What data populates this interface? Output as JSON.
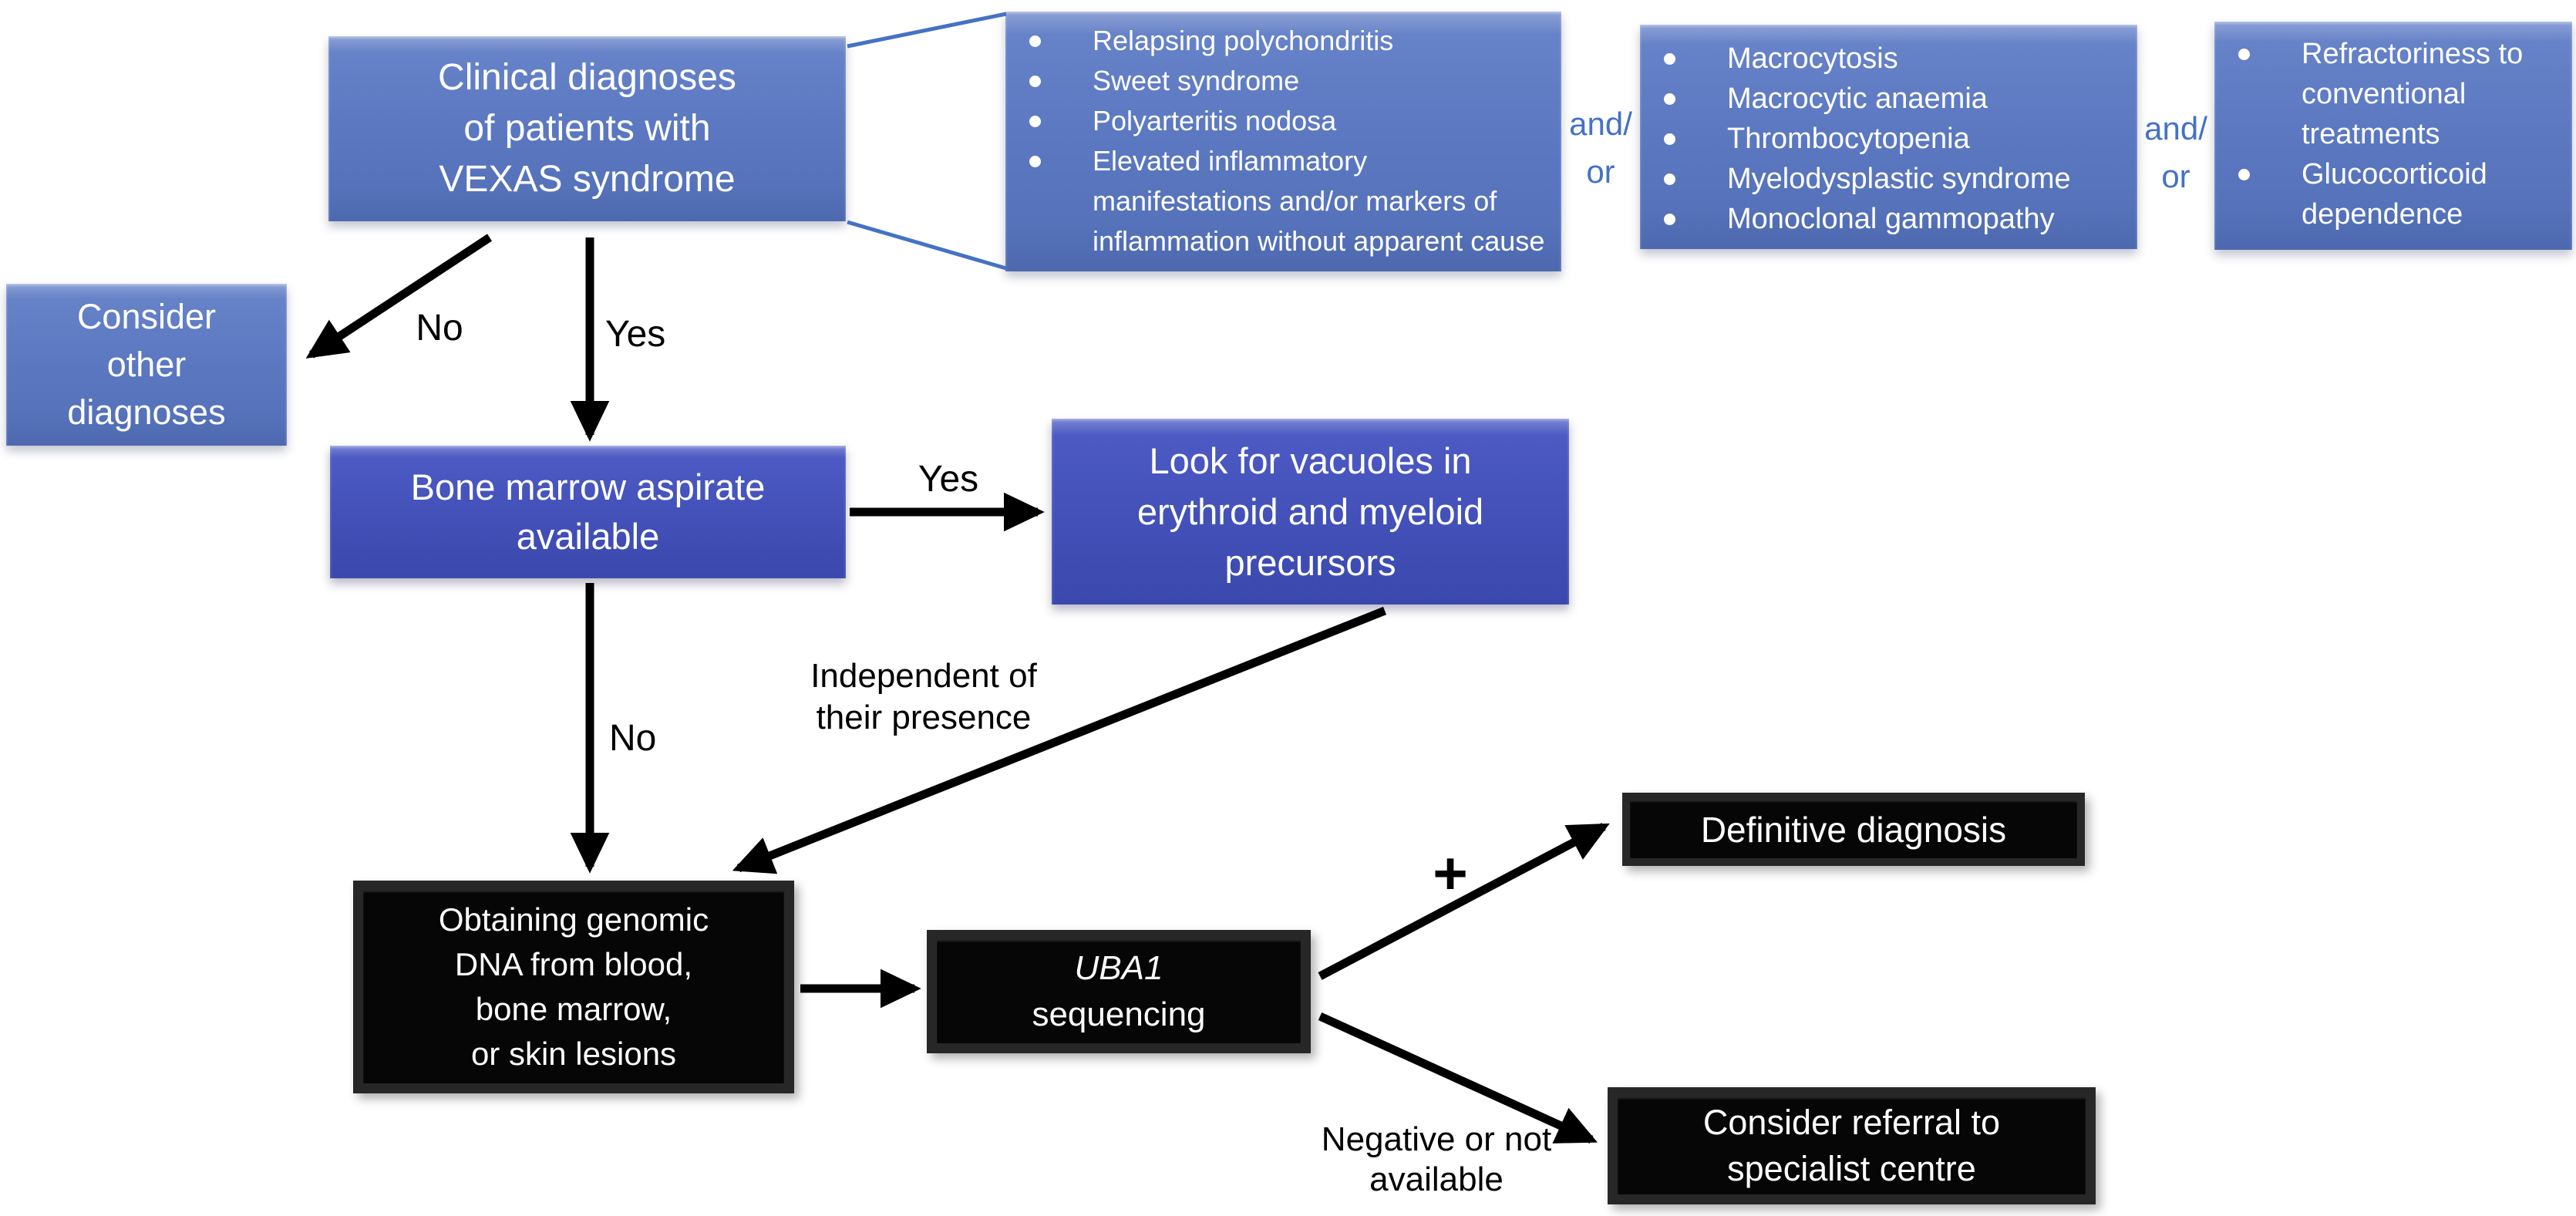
{
  "figure": {
    "type": "flowchart",
    "topic": "Diagnostic algorithm for VEXAS syndrome"
  },
  "nodes": {
    "clinical": "Clinical diagnoses\nof patients with\nVEXAS syndrome",
    "consider_other": "Consider\nother\ndiagnoses",
    "bone_marrow": "Bone marrow aspirate\navailable",
    "look_vacuoles": "Look for vacuoles in\nerythroid and myeloid\nprecursors",
    "obtaining_dna": "Obtaining genomic\nDNA from blood,\nbone marrow,\nor skin lesions",
    "uba1_gene": "UBA1",
    "uba1_rest": "sequencing",
    "definitive": "Definitive diagnosis",
    "referral": "Consider referral to\nspecialist centre"
  },
  "criteria_boxes": [
    {
      "items": [
        "Relapsing polychondritis",
        "Sweet syndrome",
        "Polyarteritis nodosa",
        "Elevated inflammatory\nmanifestations and/or markers of\ninflammation without apparent cause"
      ]
    },
    {
      "items": [
        "Macrocytosis",
        "Macrocytic anaemia",
        "Thrombocytopenia",
        "Myelodysplastic syndrome",
        "Monoclonal gammopathy"
      ]
    },
    {
      "items": [
        "Refractoriness to\nconventional\ntreatments",
        "Glucocorticoid\ndependence"
      ]
    }
  ],
  "connector_labels": {
    "and_or_1": "and/\nor",
    "and_or_2": "and/\nor"
  },
  "edge_labels": {
    "no_top": "No",
    "yes_top": "Yes",
    "yes_mid": "Yes",
    "no_mid": "No",
    "independent": "Independent of\ntheir presence",
    "plus": "+",
    "negative": "Negative or not\navailable"
  },
  "colors": {
    "box_blue": "#5b78c1",
    "box_indigo": "#4351b9",
    "box_black": "#060606",
    "accent_blue": "#4472c4",
    "arrow_black": "#000000",
    "text_white": "#ffffff"
  }
}
